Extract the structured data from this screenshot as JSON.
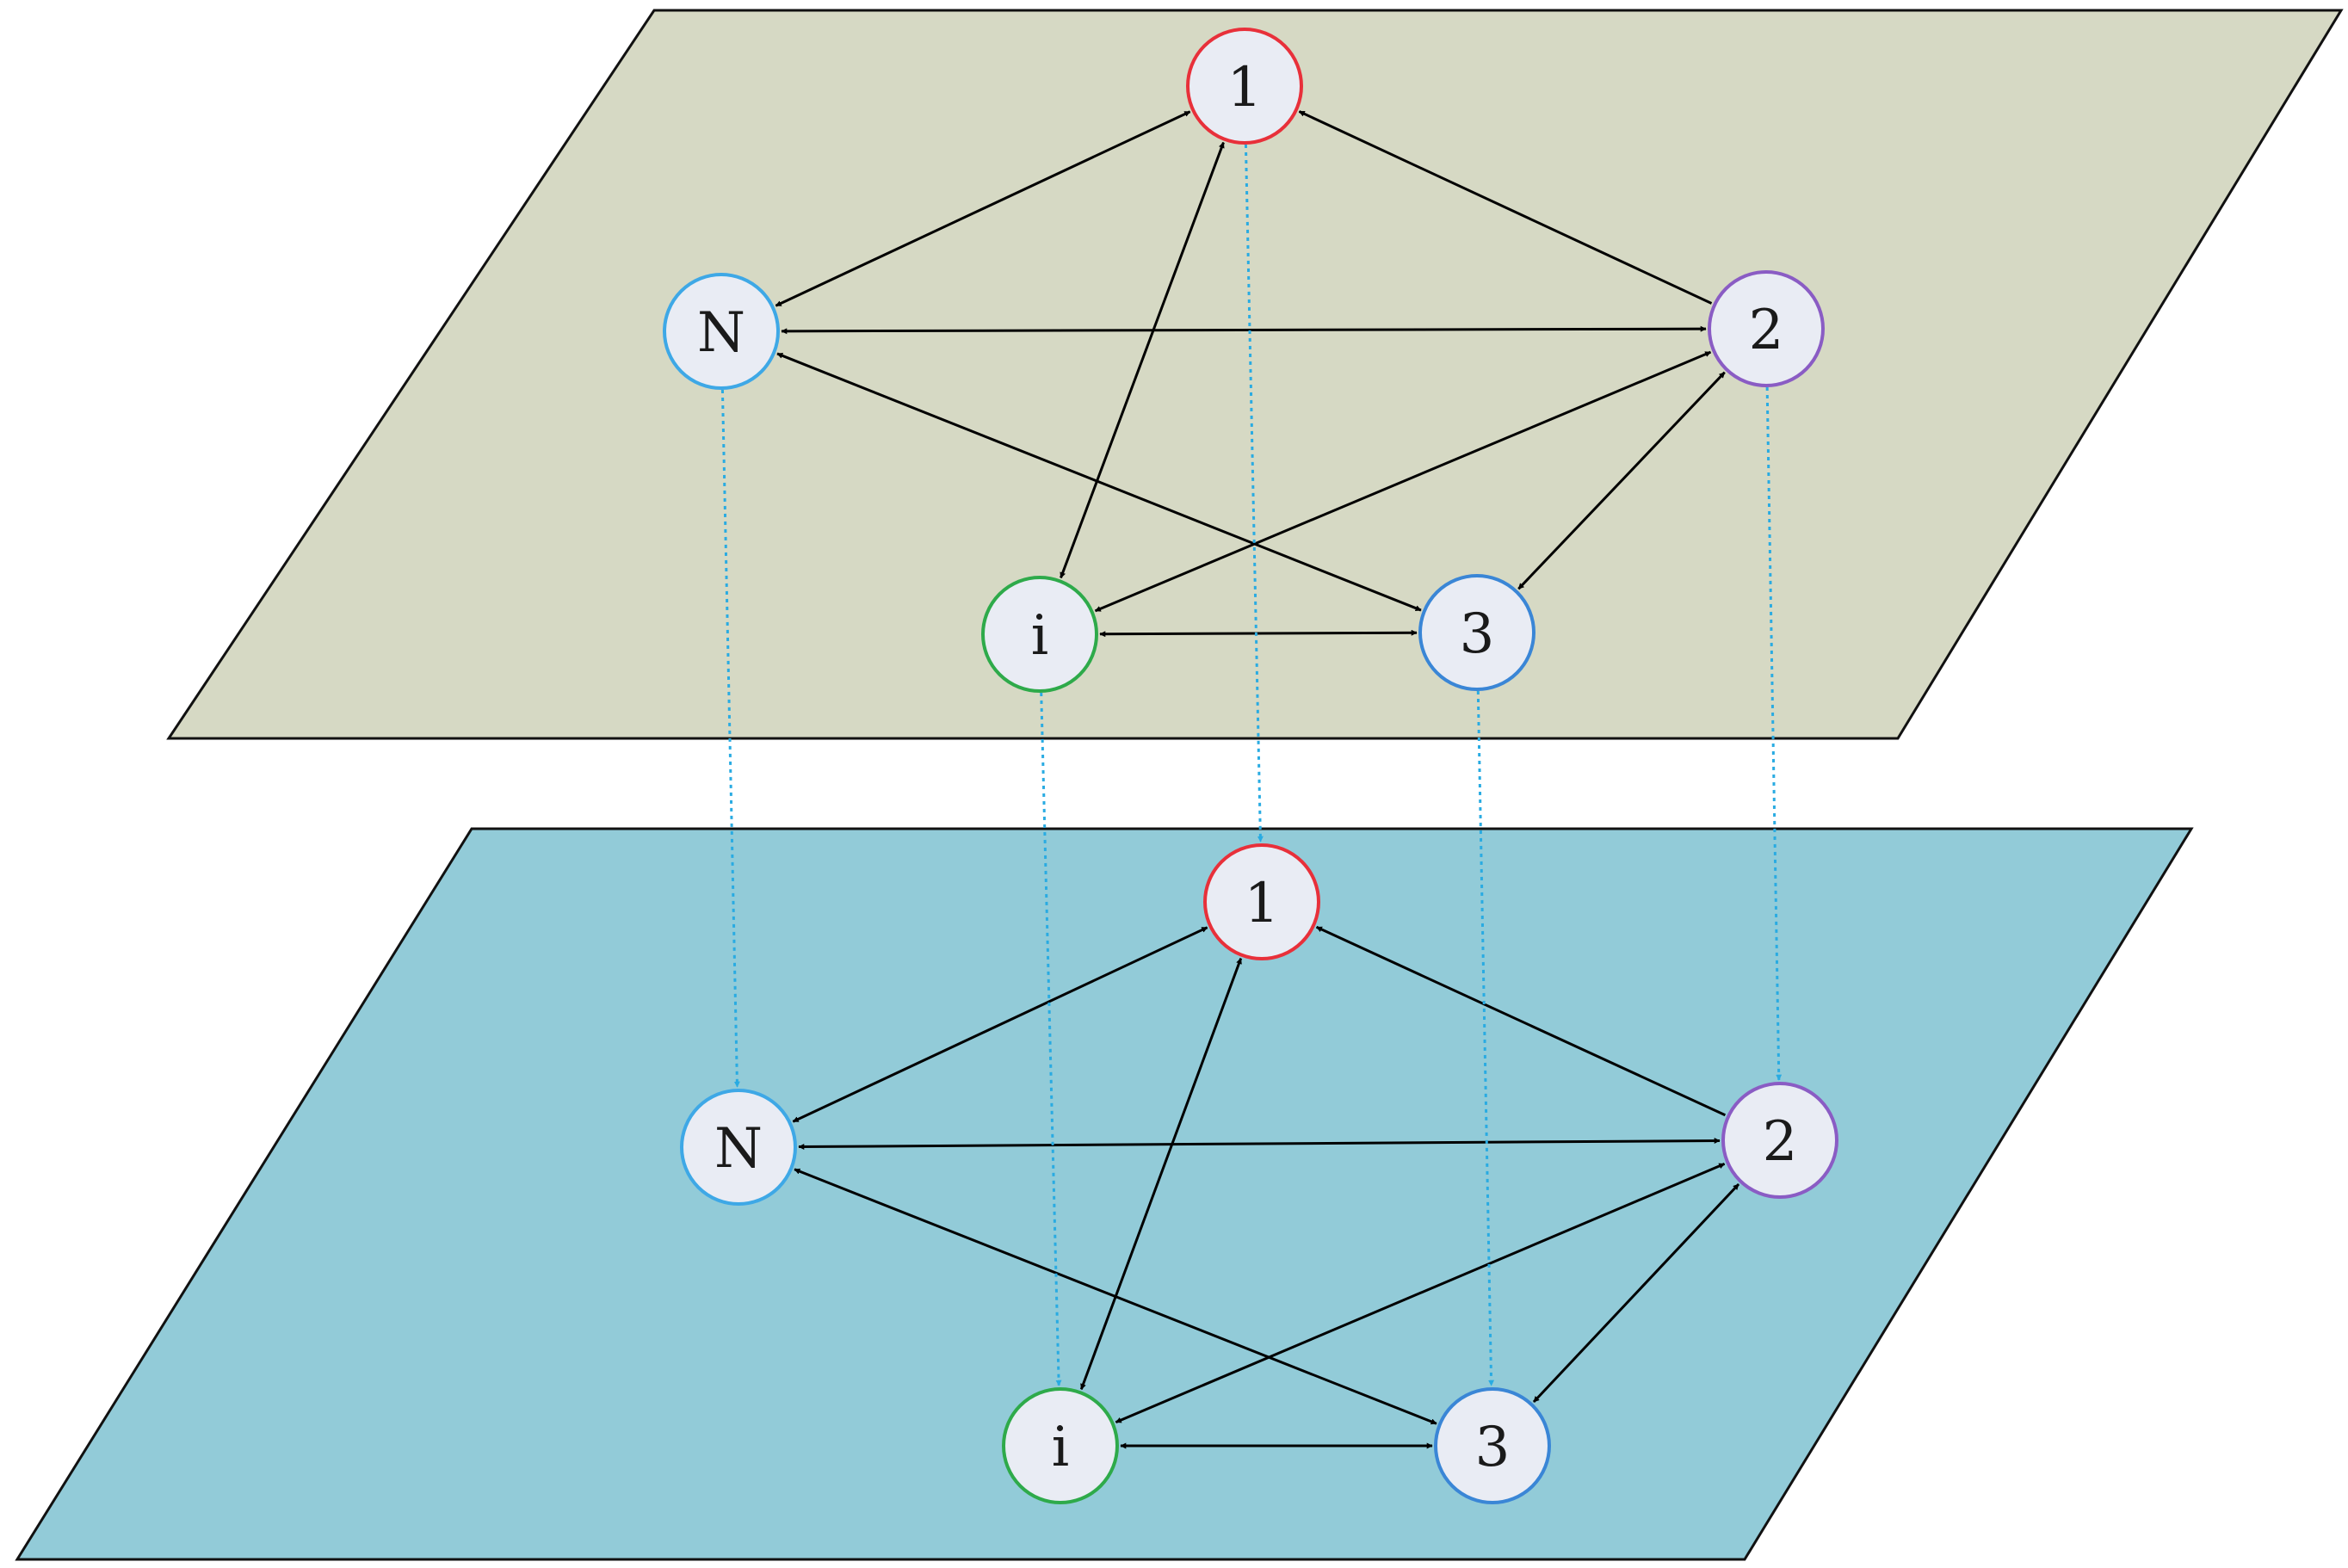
{
  "colors": {
    "upper_layer_fill": "#d6d9c4",
    "lower_layer_fill": "#92cbd8",
    "layer_stroke": "#111111",
    "node_fill": "#e9ecf4",
    "edge": "#000000",
    "interlayer_edge": "#29abe2",
    "node_1_border": "#e8303a",
    "node_2_border": "#8a5cc4",
    "node_3_border": "#3a86d6",
    "node_i_border": "#2eaa4a",
    "node_N_border": "#3ea8e6"
  },
  "layers": [
    {
      "id": "upper",
      "nodes": [
        {
          "id": "1",
          "label": "1",
          "border": "node_1_border"
        },
        {
          "id": "2",
          "label": "2",
          "border": "node_2_border"
        },
        {
          "id": "3",
          "label": "3",
          "border": "node_3_border"
        },
        {
          "id": "i",
          "label": "i",
          "border": "node_i_border"
        },
        {
          "id": "N",
          "label": "N",
          "border": "node_N_border"
        }
      ]
    },
    {
      "id": "lower",
      "nodes": [
        {
          "id": "1",
          "label": "1",
          "border": "node_1_border"
        },
        {
          "id": "2",
          "label": "2",
          "border": "node_2_border"
        },
        {
          "id": "3",
          "label": "3",
          "border": "node_3_border"
        },
        {
          "id": "i",
          "label": "i",
          "border": "node_i_border"
        },
        {
          "id": "N",
          "label": "N",
          "border": "node_N_border"
        }
      ]
    }
  ],
  "intralayer_edges": [
    {
      "from": "N",
      "to": "1",
      "direction": "both"
    },
    {
      "from": "2",
      "to": "1",
      "direction": "to"
    },
    {
      "from": "i",
      "to": "1",
      "direction": "both"
    },
    {
      "from": "N",
      "to": "2",
      "direction": "both"
    },
    {
      "from": "N",
      "to": "3",
      "direction": "both"
    },
    {
      "from": "i",
      "to": "2",
      "direction": "both"
    },
    {
      "from": "3",
      "to": "2",
      "direction": "both"
    },
    {
      "from": "i",
      "to": "3",
      "direction": "both"
    }
  ],
  "interlayer_edges": [
    {
      "node": "1",
      "from_layer": "upper",
      "to_layer": "lower",
      "style": "dotted"
    },
    {
      "node": "2",
      "from_layer": "upper",
      "to_layer": "lower",
      "style": "dotted"
    },
    {
      "node": "3",
      "from_layer": "upper",
      "to_layer": "lower",
      "style": "dotted"
    },
    {
      "node": "i",
      "from_layer": "upper",
      "to_layer": "lower",
      "style": "dotted"
    },
    {
      "node": "N",
      "from_layer": "upper",
      "to_layer": "lower",
      "style": "dotted"
    }
  ]
}
